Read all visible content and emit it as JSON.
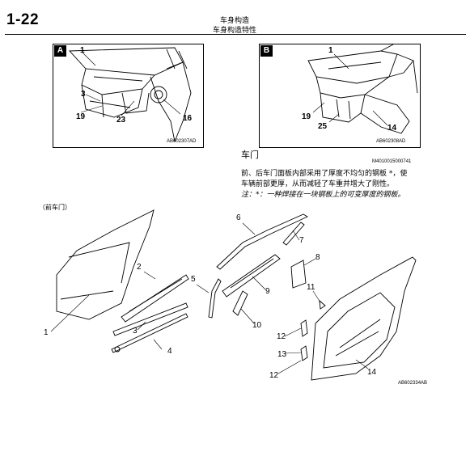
{
  "header": {
    "page_number": "1-22",
    "title": "车身构造",
    "subtitle": "车身构造特性"
  },
  "panel_a": {
    "tag": "A",
    "code": "AB602307AD",
    "callouts": [
      "1",
      "3",
      "19",
      "23",
      "16"
    ]
  },
  "panel_b": {
    "tag": "B",
    "code": "AB602308AD",
    "callouts": [
      "1",
      "19",
      "25",
      "14"
    ]
  },
  "section": {
    "title": "车门",
    "ref_code": "M4010015000741",
    "line1": "前、后车门面板内部采用了厚度不均匀的钢板 *，使",
    "line2": "车辆前部更厚，从而减轻了车重并增大了刚性。",
    "note": "注：*：一种焊接在一块钢板上的可变厚度的钢板。"
  },
  "door_diagram": {
    "label": "（前车门）",
    "code": "AB602334AB",
    "callouts": [
      "1",
      "2",
      "3",
      "4",
      "5",
      "6",
      "7",
      "8",
      "9",
      "10",
      "11",
      "12",
      "13",
      "12",
      "14"
    ]
  }
}
